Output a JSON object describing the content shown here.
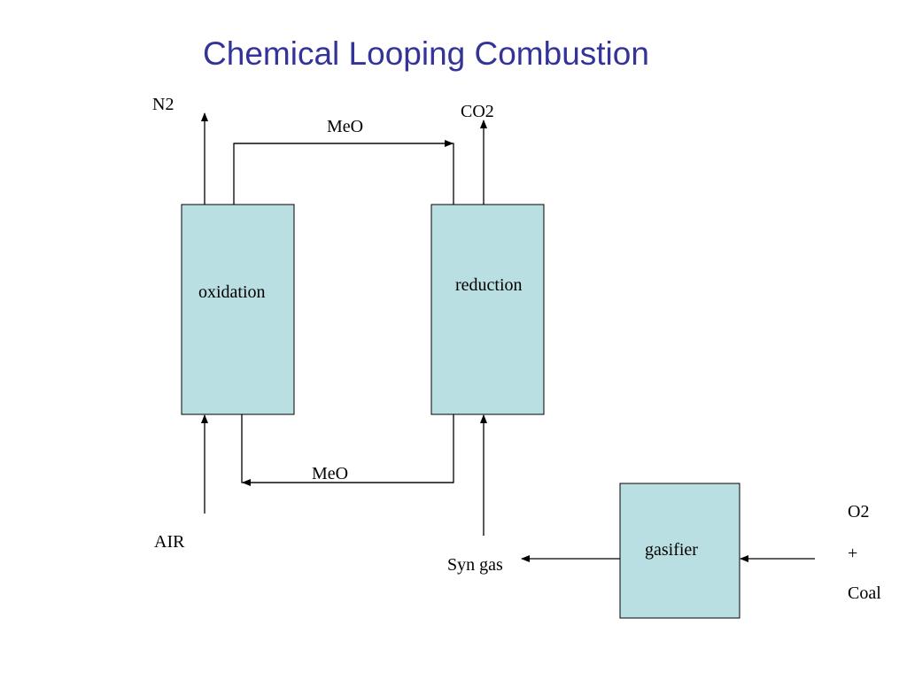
{
  "slide": {
    "title": "Chemical Looping Combustion"
  },
  "nodes": {
    "oxidation": "oxidation",
    "reduction": "reduction",
    "gasifier": "gasifier"
  },
  "streams": {
    "n2": "N2",
    "co2": "CO2",
    "meo_top": "MeO",
    "meo_bottom": "MeO",
    "air": "AIR",
    "syn_gas": "Syn gas",
    "o2": "O2",
    "plus": "+",
    "coal": "Coal"
  },
  "colors": {
    "title": "#333399",
    "box_fill": "#b9dfe3",
    "line": "#000000"
  }
}
